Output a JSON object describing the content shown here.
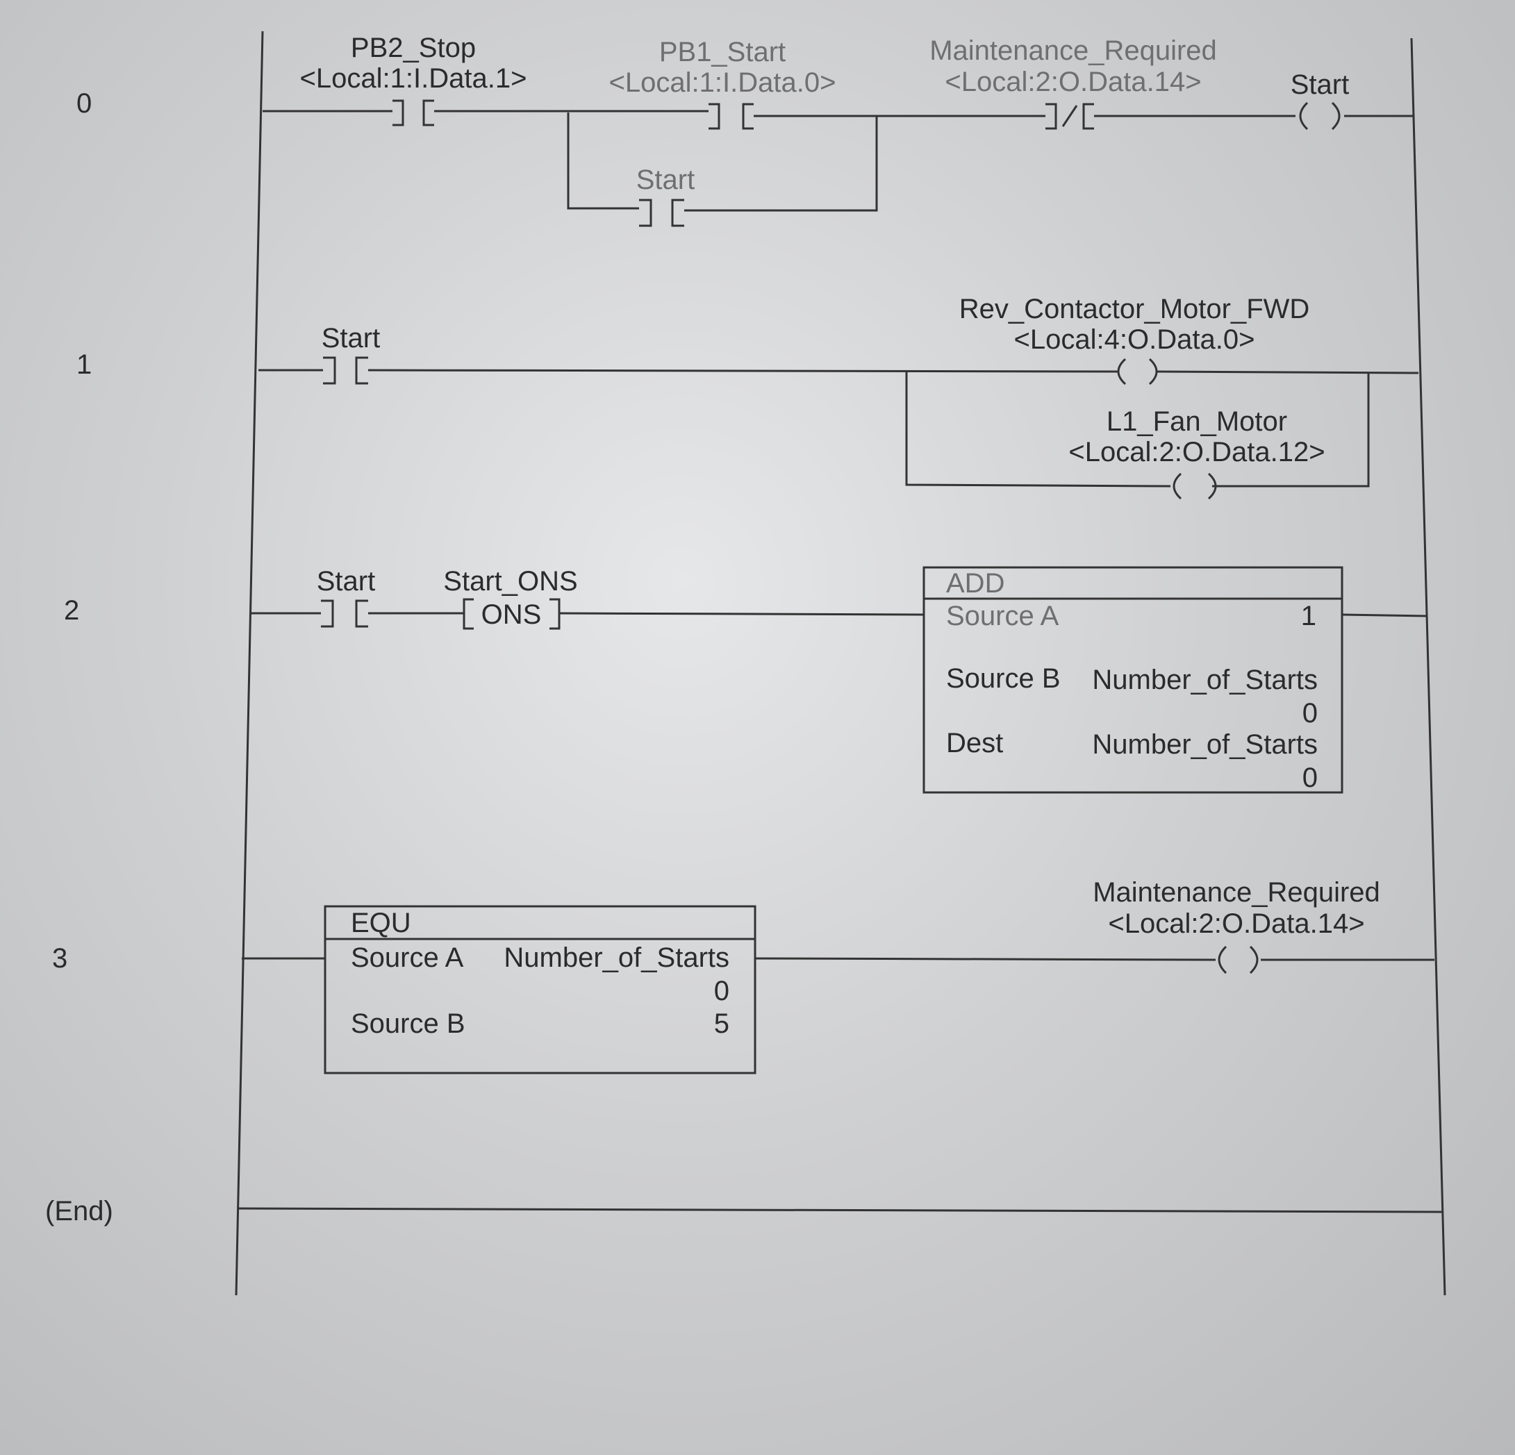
{
  "rungs": [
    {
      "number": "0",
      "pb2_stop": {
        "tag": "PB2_Stop",
        "address": "<Local:1:I.Data.1>"
      },
      "pb1_start": {
        "tag": "PB1_Start",
        "address": "<Local:1:I.Data.0>"
      },
      "start_seal": {
        "tag": "Start"
      },
      "maint": {
        "tag": "Maintenance_Required",
        "address": "<Local:2:O.Data.14>"
      },
      "coil": {
        "tag": "Start"
      }
    },
    {
      "number": "1",
      "contact": {
        "tag": "Start"
      },
      "coil_a": {
        "tag": "Rev_Contactor_Motor_FWD",
        "address": "<Local:4:O.Data.0>"
      },
      "coil_b": {
        "tag": "L1_Fan_Motor",
        "address": "<Local:2:O.Data.12>"
      }
    },
    {
      "number": "2",
      "contact": {
        "tag": "Start"
      },
      "ons": {
        "tag": "Start_ONS",
        "label": "ONS"
      },
      "add": {
        "title": "ADD",
        "source_a_label": "Source A",
        "source_a_value": "1",
        "source_b_label": "Source B",
        "source_b_tag": "Number_of_Starts",
        "source_b_value": "0",
        "dest_label": "Dest",
        "dest_tag": "Number_of_Starts",
        "dest_value": "0"
      }
    },
    {
      "number": "3",
      "equ": {
        "title": "EQU",
        "source_a_label": "Source A",
        "source_a_tag": "Number_of_Starts",
        "source_a_value": "0",
        "source_b_label": "Source B",
        "source_b_value": "5"
      },
      "coil": {
        "tag": "Maintenance_Required",
        "address": "<Local:2:O.Data.14>"
      }
    }
  ],
  "end_label": "(End)"
}
